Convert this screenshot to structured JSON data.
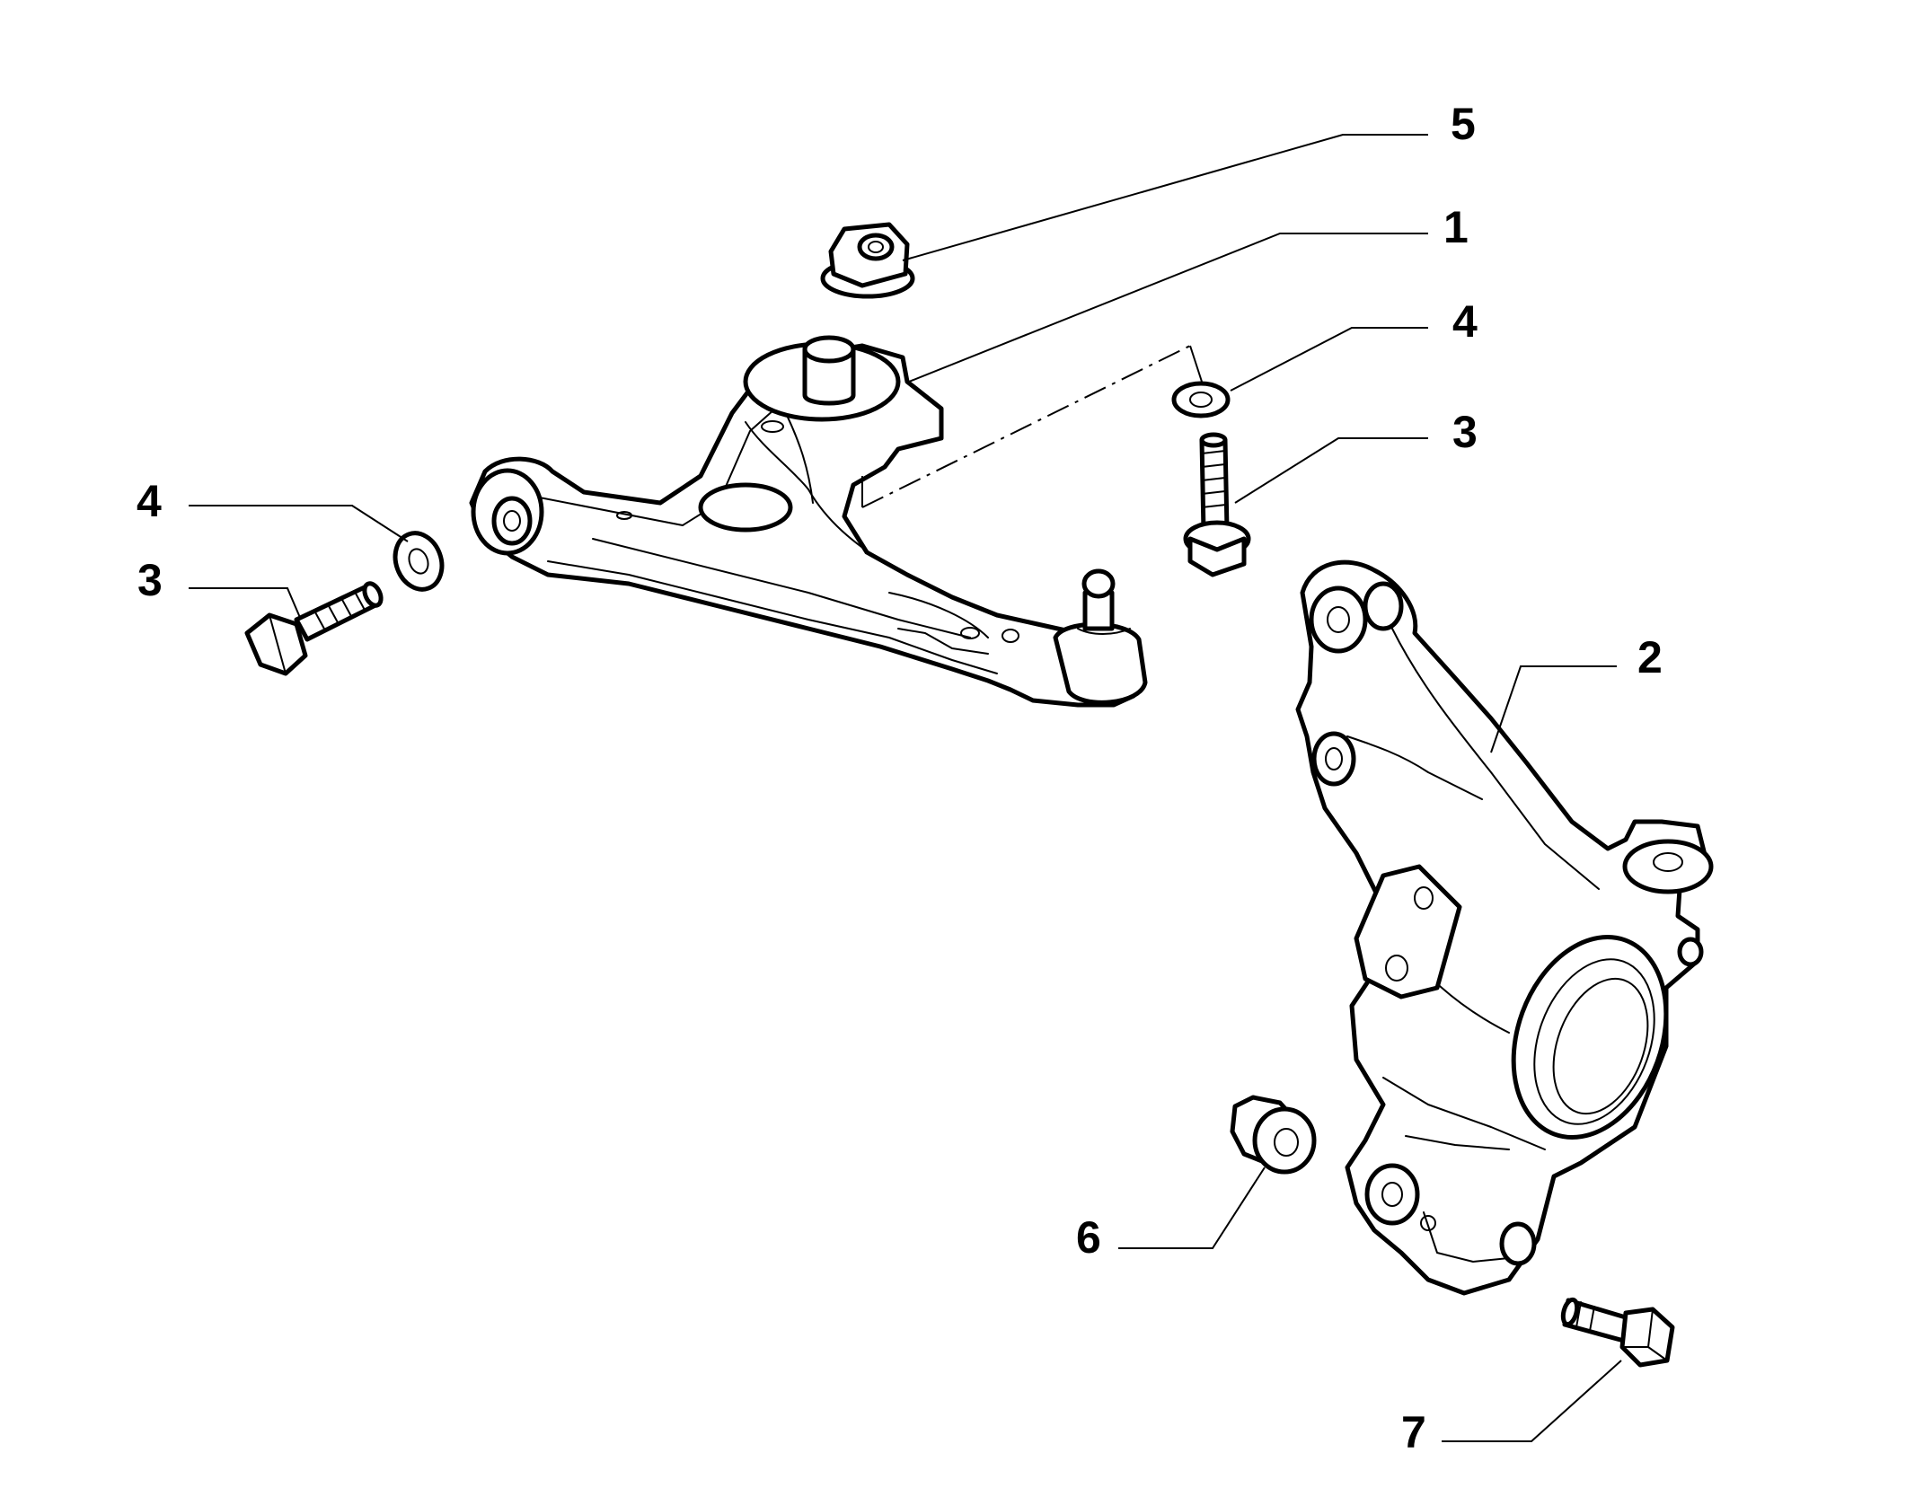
{
  "diagram": {
    "callouts": [
      {
        "id": "c5",
        "label": "5"
      },
      {
        "id": "c1",
        "label": "1"
      },
      {
        "id": "c4r",
        "label": "4"
      },
      {
        "id": "c3r",
        "label": "3"
      },
      {
        "id": "c4l",
        "label": "4"
      },
      {
        "id": "c3l",
        "label": "3"
      },
      {
        "id": "c2",
        "label": "2"
      },
      {
        "id": "c6",
        "label": "6"
      },
      {
        "id": "c7",
        "label": "7"
      }
    ]
  }
}
